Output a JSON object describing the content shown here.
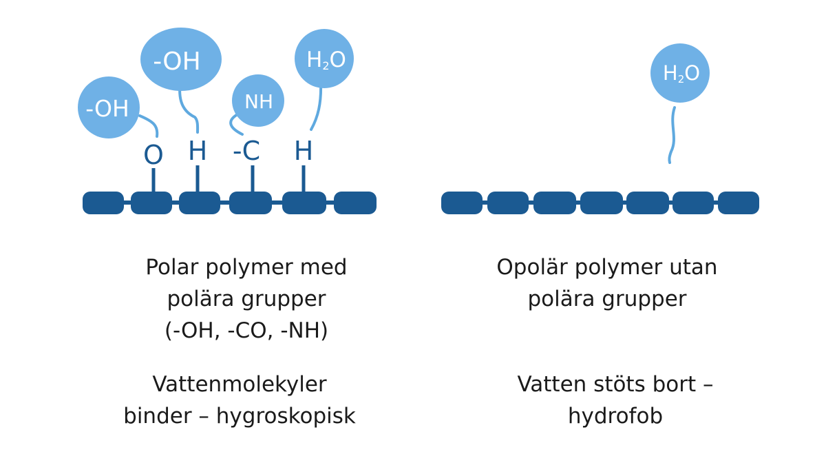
{
  "colors": {
    "chain": "#1b5a92",
    "bubble": "#6fb1e6",
    "line": "#5fa9df",
    "text": "#1a1a1a"
  },
  "polar": {
    "bubbles": [
      {
        "label": "-OH",
        "sub": ""
      },
      {
        "label": "-OH",
        "sub": ""
      },
      {
        "label": "NH",
        "sub": ""
      },
      {
        "main": "H",
        "sub": "2",
        "tail": "O"
      }
    ],
    "side_groups": [
      "O",
      "H",
      "-C",
      "H"
    ],
    "caption_lines": [
      "Polar polymer med",
      "polära grupper",
      "(-OH, -CO, -NH)"
    ],
    "effect_lines": [
      "Vattenmolekyler",
      "binder – hygroskopisk"
    ]
  },
  "nonpolar": {
    "bubble": {
      "main": "H",
      "sub": "2",
      "tail": "O"
    },
    "caption_lines": [
      "Opolär polymer utan",
      "polära grupper"
    ],
    "effect_lines": [
      "Vatten stöts bort –",
      "hydrofob"
    ]
  }
}
